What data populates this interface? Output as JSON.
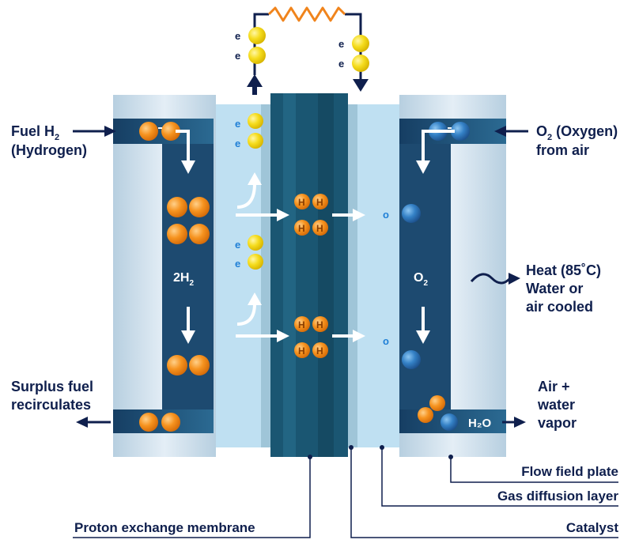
{
  "labels": {
    "fuel_line1": "Fuel H",
    "fuel_sub": "2",
    "fuel_line2": "(Hydrogen)",
    "oxygen_prefix": "O",
    "oxygen_sub": "2",
    "oxygen_line1_rest": " (Oxygen)",
    "oxygen_line2": "from air",
    "h2_main": "2H",
    "h2_sub": "2",
    "o2_main": "O",
    "o2_sub": "2",
    "heat_line1": "Heat (85˚C)",
    "heat_line2": "Water or",
    "heat_line3": "air  cooled",
    "surplus_line1": "Surplus fuel",
    "surplus_line2": "recirculates",
    "air_line1": "Air +",
    "air_line2": "water",
    "air_line3": "vapor",
    "water": "H₂O",
    "electron": "e",
    "hydrogen": "H",
    "oxygen_atom": "o",
    "flow_field_plate": "Flow field plate",
    "gas_diffusion_layer": "Gas diffusion layer",
    "catalyst": "Catalyst",
    "proton_exchange_membrane": "Proton exchange membrane"
  },
  "colors": {
    "navy": "#0f1f4d",
    "plate_light": "#c9dcea",
    "plate_dark": "#1f4f77",
    "gdl": "#bfe0f2",
    "membrane": "#1a5672",
    "hydrogen": "#f28c1e",
    "oxygen": "#2f73b8",
    "electron": "#f3d21a",
    "resistor": "#f0841c"
  }
}
